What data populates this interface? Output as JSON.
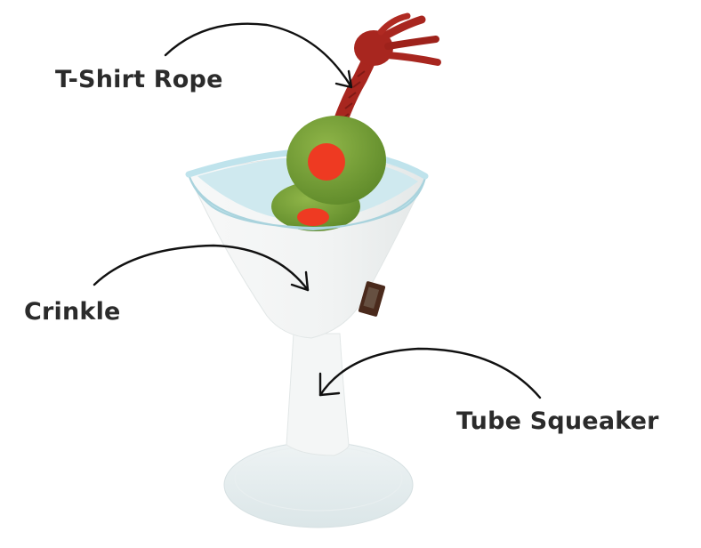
{
  "image": {
    "description": "Product photo of a plush martini glass dog toy with two green olives and a red rope, annotated with hand-drawn arrows",
    "background_color": "#ffffff"
  },
  "callouts": [
    {
      "label": "T-Shirt Rope",
      "points_to": "red braided rope"
    },
    {
      "label": "Crinkle",
      "points_to": "martini cup body"
    },
    {
      "label": "Tube Squeaker",
      "points_to": "glass stem"
    }
  ],
  "product": {
    "colors": {
      "rope": "#a8261f",
      "olive": "#7aa13a",
      "pimento": "#ee3a22",
      "rim": "#bfe3ec",
      "glass": "#f3f5f5",
      "base": "#e3ecee",
      "tag": "#4a2a1c"
    }
  }
}
